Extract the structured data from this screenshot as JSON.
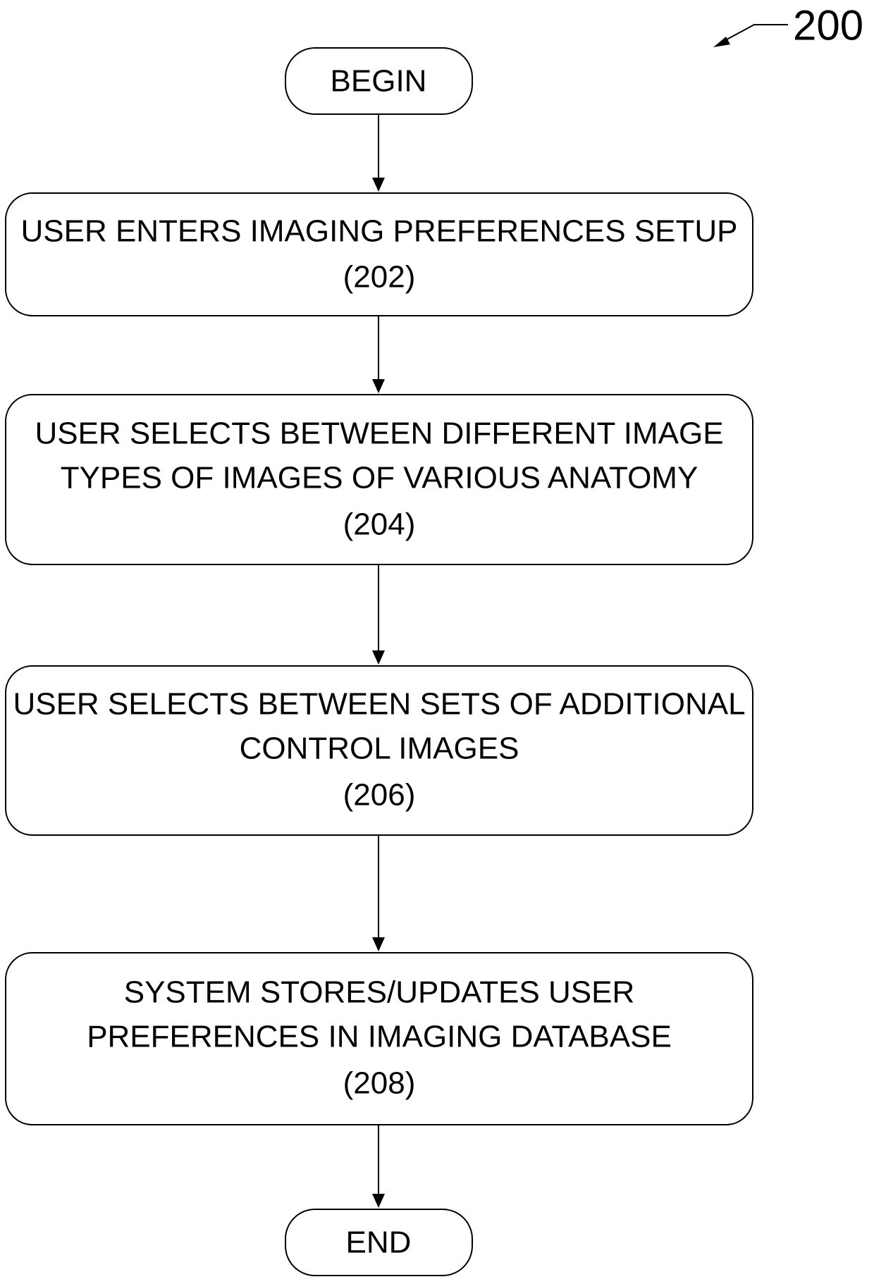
{
  "figure": {
    "number": "200"
  },
  "nodes": [
    {
      "id": "begin",
      "shape": "terminal",
      "lines": [
        "BEGIN"
      ]
    },
    {
      "id": "step-202",
      "shape": "process",
      "lines": [
        "USER ENTERS IMAGING PREFERENCES SETUP",
        "(202)"
      ]
    },
    {
      "id": "step-204",
      "shape": "process",
      "lines": [
        "USER SELECTS BETWEEN DIFFERENT IMAGE",
        "TYPES OF IMAGES OF VARIOUS ANATOMY",
        "(204)"
      ]
    },
    {
      "id": "step-206",
      "shape": "process",
      "lines": [
        "USER SELECTS BETWEEN SETS OF ADDITIONAL",
        "CONTROL IMAGES",
        "(206)"
      ]
    },
    {
      "id": "step-208",
      "shape": "process",
      "lines": [
        "SYSTEM STORES/UPDATES USER",
        "PREFERENCES IN IMAGING DATABASE",
        "(208)"
      ]
    },
    {
      "id": "end",
      "shape": "terminal",
      "lines": [
        "END"
      ]
    }
  ],
  "edges": [
    {
      "from": "begin",
      "to": "step-202"
    },
    {
      "from": "step-202",
      "to": "step-204"
    },
    {
      "from": "step-204",
      "to": "step-206"
    },
    {
      "from": "step-206",
      "to": "step-208"
    },
    {
      "from": "step-208",
      "to": "end"
    }
  ]
}
